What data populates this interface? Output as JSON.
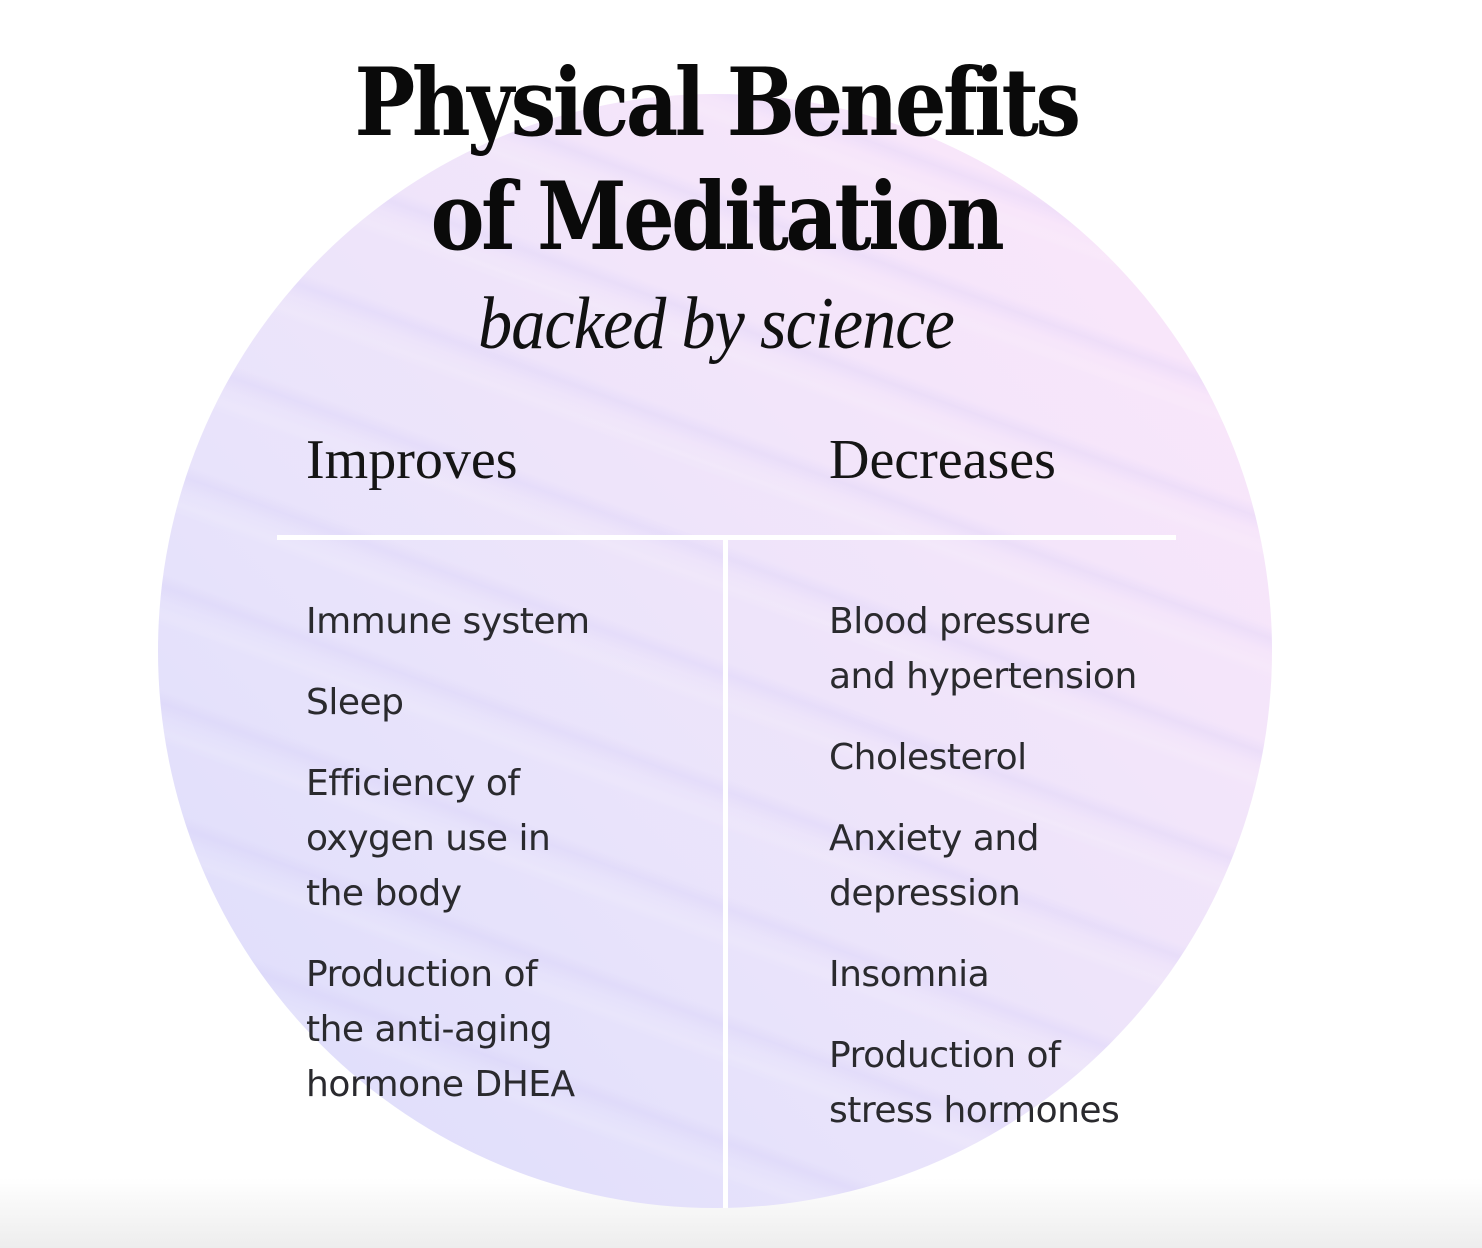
{
  "title": {
    "line1": "Physical Benefits",
    "line2": "of Meditation"
  },
  "subtitle": "backed by science",
  "columns": {
    "improves": {
      "heading": "Improves",
      "items": [
        "Immune system",
        "Sleep",
        "Efficiency of\noxygen use in\nthe body",
        "Production of\nthe anti-aging\nhormone DHEA"
      ]
    },
    "decreases": {
      "heading": "Decreases",
      "items": [
        "Blood pressure\nand hypertension",
        "Cholesterol",
        "Anxiety and\ndepression",
        "Insomnia",
        "Production of\nstress hormones"
      ]
    }
  },
  "colors": {
    "circle_top_right": "#fde6fa",
    "circle_bottom_left": "#dcdcfb",
    "divider": "#ffffff",
    "title_text": "#0a0a0a",
    "body_text": "#2a2a2e"
  }
}
